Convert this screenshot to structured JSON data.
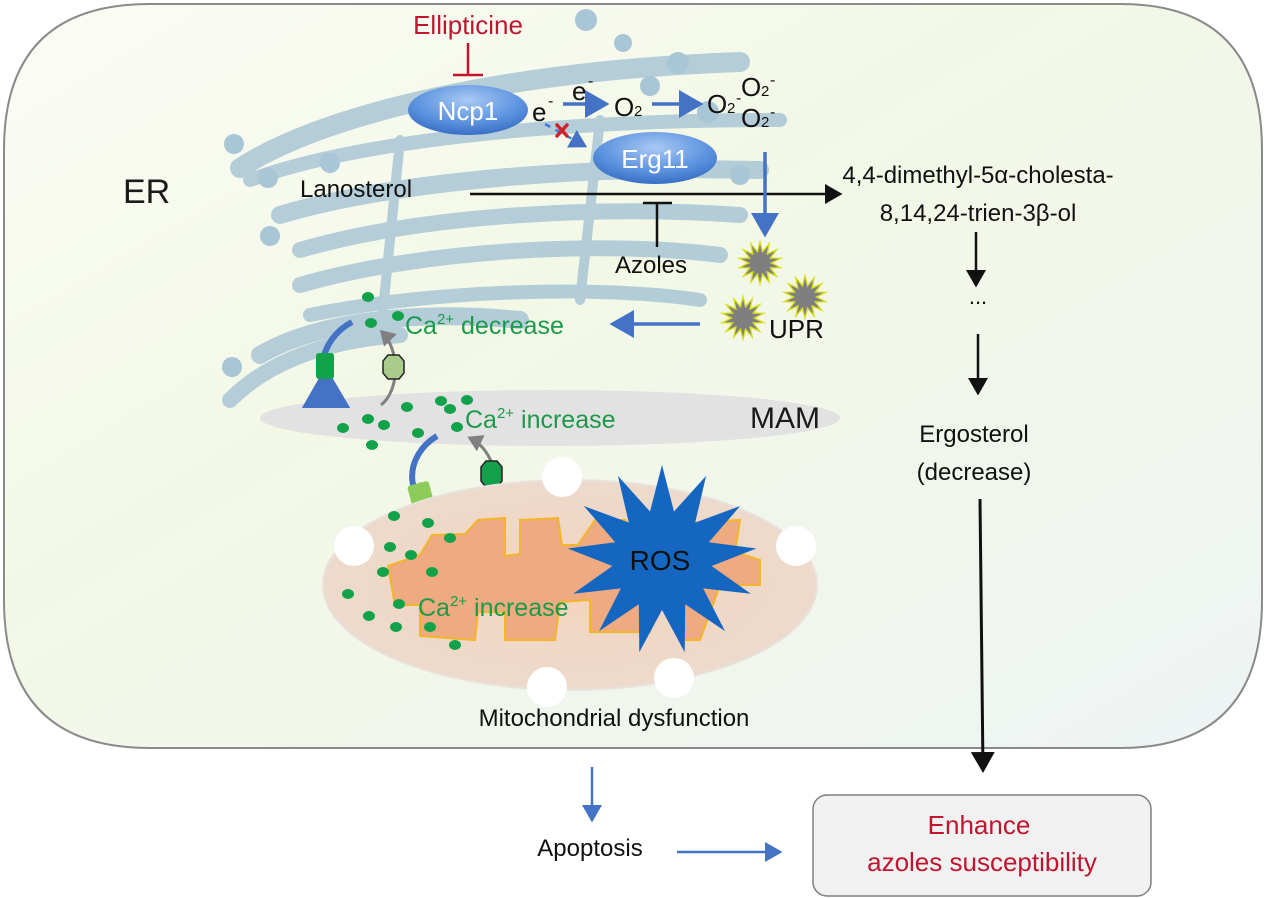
{
  "labels": {
    "er": "ER",
    "ellipticine": "Ellipticine",
    "ncp1": "Ncp1",
    "erg11": "Erg11",
    "electron": "e",
    "electron_charge": "-",
    "o2": "O",
    "o2_sub": "2",
    "superoxide_charge": "-",
    "lanosterol": "Lanosterol",
    "product_line1": "4,4-dimethyl-5α-cholesta-",
    "product_line2": "8,14,24-trien-3β-ol",
    "ellipsis": "...",
    "azoles": "Azoles",
    "upr": "UPR",
    "ca_base": "Ca",
    "ca_sup": "2+",
    "ca_decrease": " decrease",
    "ca_increase": " increase",
    "mam": "MAM",
    "ros": "ROS",
    "ergosterol": "Ergosterol",
    "ergosterol_change": "(decrease)",
    "mito_dysfunction": "Mitochondrial dysfunction",
    "apoptosis": "Apoptosis",
    "outcome_line1": "Enhance",
    "outcome_line2": "azoles susceptibility"
  },
  "colors": {
    "inhibitor_red": "#c0152f",
    "calcium_green": "#1a9a4a",
    "arrow_blue": "#4472c4",
    "er_blue": "#a9c6d6",
    "enzyme_blue": "#5b8fde",
    "mam_gray": "#e3e1e4",
    "mito_outer": "#f0d7c8",
    "mito_inner": "#eda77f",
    "ros_blue": "#1466c0",
    "upr_gray": "#808080",
    "upr_glow": "#d9e021",
    "cell_bg": "#f2f7e8"
  },
  "icons": {
    "inhibition": "t-bar-inhibit-icon",
    "blocked": "red-x-icon",
    "stress": "starburst-icon",
    "channel": "octagon-channel-icon"
  }
}
